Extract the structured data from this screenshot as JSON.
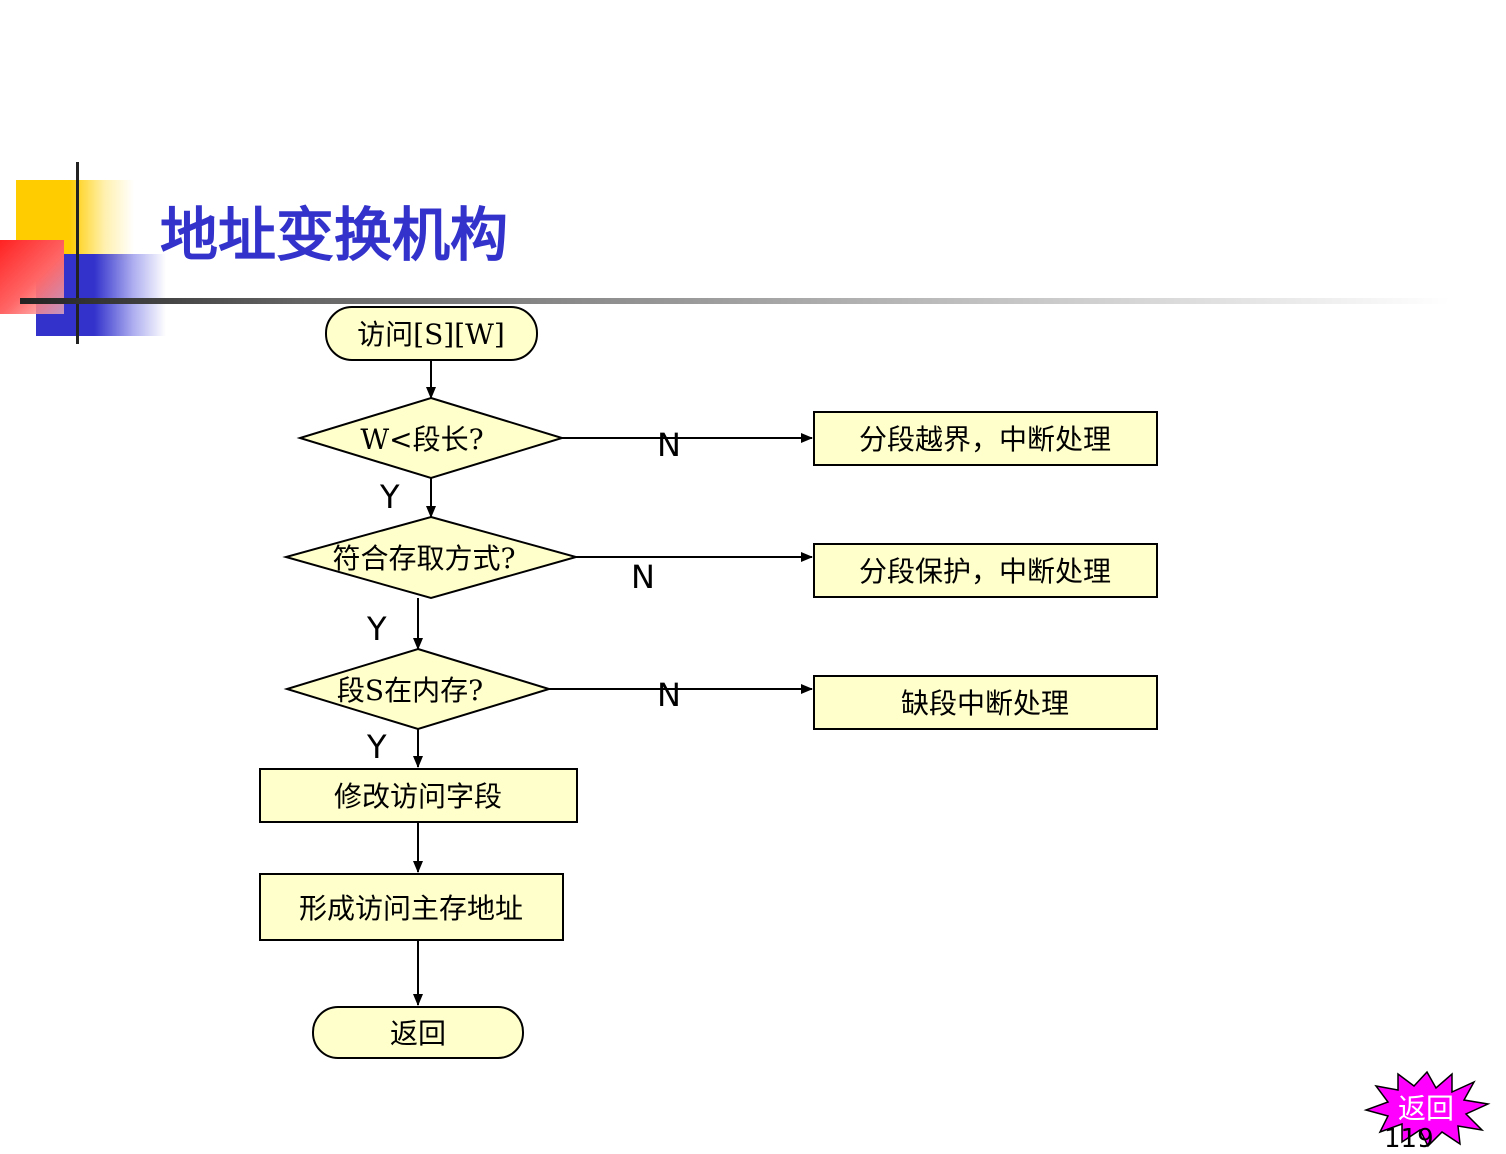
{
  "title": "地址变换机构",
  "colors": {
    "title": "#3333cc",
    "node_fill": "#ffffcc",
    "node_stroke": "#000000",
    "badge_fill": "#ff00ff",
    "badge_text": "#ffffff"
  },
  "flowchart": {
    "start": "访问[S][W]",
    "decision_1": "W<段长?",
    "decision_2": "符合存取方式?",
    "decision_3": "段S在内存?",
    "process_1": "修改访问字段",
    "process_2": "形成访问主存地址",
    "end": "返回",
    "out_1": "分段越界，中断处理",
    "out_2": "分段保护，中断处理",
    "out_3": "缺段中断处理",
    "yes_label": "Y",
    "no_label": "N"
  },
  "back_button": {
    "label": "返回",
    "icon": "starburst-icon"
  },
  "page_number": "119"
}
